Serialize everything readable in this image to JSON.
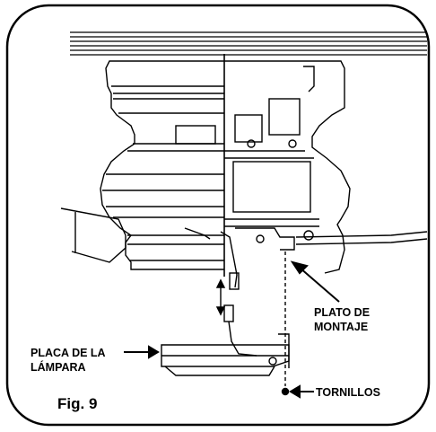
{
  "figure": {
    "caption": "Fig. 9",
    "labels": {
      "mounting_plate_line1": "PLATO DE",
      "mounting_plate_line2": "MONTAJE",
      "light_plate_line1": "PLACA DE LA",
      "light_plate_line2": "LÁMPARA",
      "screws": "TORNILLOS"
    }
  }
}
